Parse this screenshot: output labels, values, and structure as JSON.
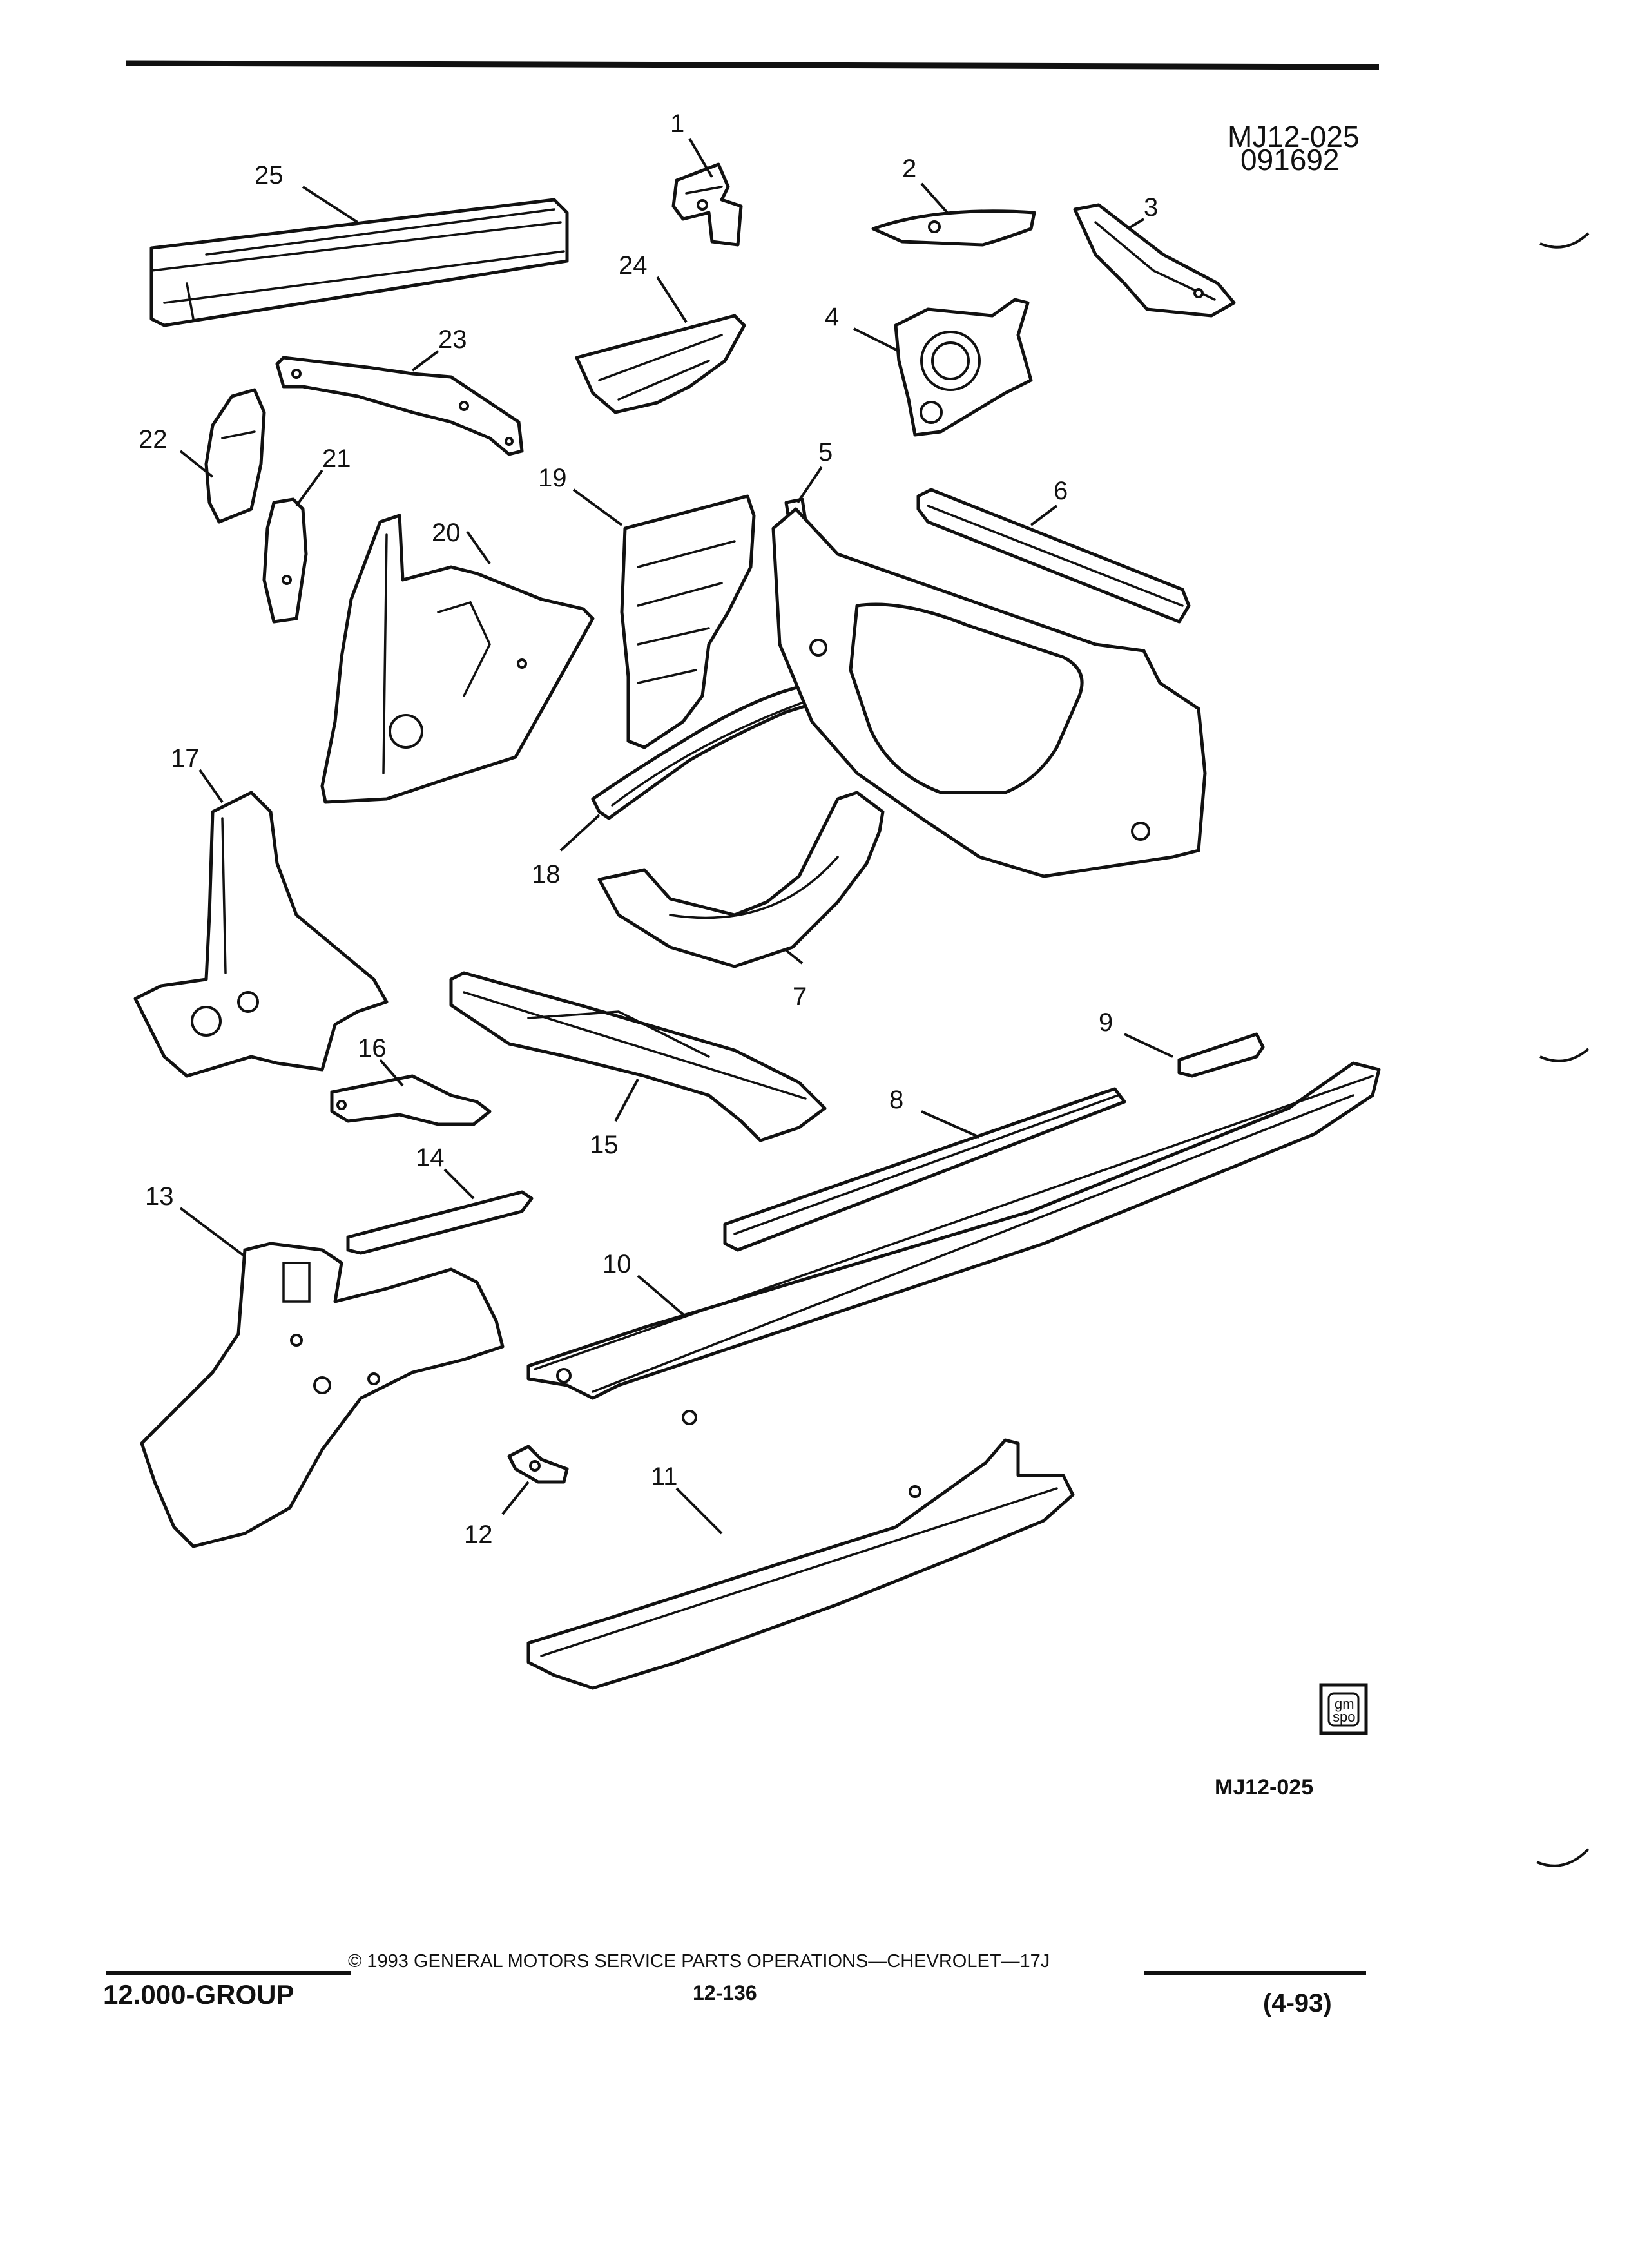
{
  "header": {
    "code": "MJ12-025",
    "date_code": "091692"
  },
  "figure_caption": "MJ12-025",
  "callouts": [
    {
      "id": "1",
      "label": "1"
    },
    {
      "id": "2",
      "label": "2"
    },
    {
      "id": "3",
      "label": "3"
    },
    {
      "id": "4",
      "label": "4"
    },
    {
      "id": "5",
      "label": "5"
    },
    {
      "id": "6",
      "label": "6"
    },
    {
      "id": "7",
      "label": "7"
    },
    {
      "id": "8",
      "label": "8"
    },
    {
      "id": "9",
      "label": "9"
    },
    {
      "id": "10",
      "label": "10"
    },
    {
      "id": "11",
      "label": "11"
    },
    {
      "id": "12",
      "label": "12"
    },
    {
      "id": "13",
      "label": "13"
    },
    {
      "id": "14",
      "label": "14"
    },
    {
      "id": "15",
      "label": "15"
    },
    {
      "id": "16",
      "label": "16"
    },
    {
      "id": "17",
      "label": "17"
    },
    {
      "id": "18",
      "label": "18"
    },
    {
      "id": "19",
      "label": "19"
    },
    {
      "id": "20",
      "label": "20"
    },
    {
      "id": "21",
      "label": "21"
    },
    {
      "id": "22",
      "label": "22"
    },
    {
      "id": "23",
      "label": "23"
    },
    {
      "id": "24",
      "label": "24"
    },
    {
      "id": "25",
      "label": "25"
    }
  ],
  "footer": {
    "group": "12.000-GROUP",
    "copyright": "© 1993 GENERAL MOTORS SERVICE PARTS OPERATIONS—CHEVROLET—17J",
    "page": "12-136",
    "revision": "(4-93)"
  },
  "logo": {
    "line1": "gm",
    "line2": "spo"
  }
}
